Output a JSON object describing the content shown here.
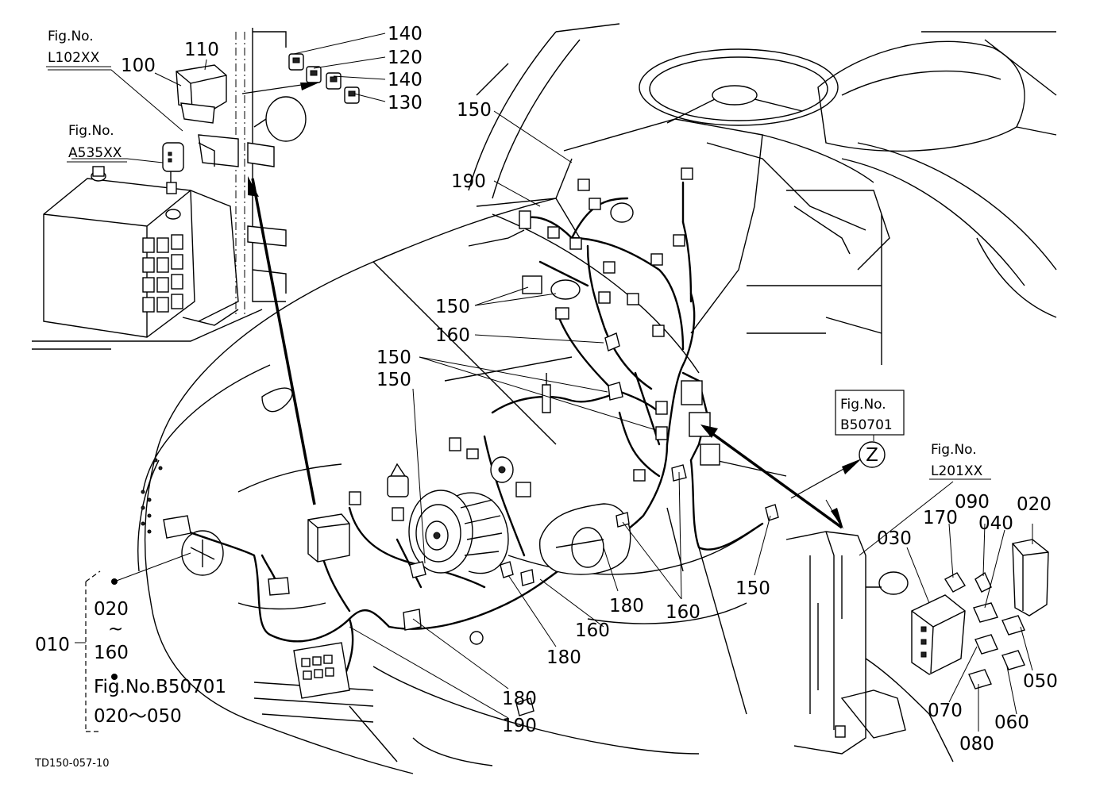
{
  "diagram_code": "TD150-057-10",
  "figure_refs": {
    "l102": {
      "line1": "Fig.No.",
      "line2": "L102XX"
    },
    "a535": {
      "line1": "Fig.No.",
      "line2": "A535XX"
    },
    "b50701_box": {
      "line1": "Fig.No.",
      "line2": "B50701"
    },
    "l201": {
      "line1": "Fig.No.",
      "line2": "L201XX"
    }
  },
  "zoom_marker": "Z",
  "callouts": {
    "c100": "100",
    "c110": "110",
    "c140a": "140",
    "c120": "120",
    "c140b": "140",
    "c130": "130",
    "c150a": "150",
    "c190a": "190",
    "c150b": "150",
    "c160a": "160",
    "c150c": "150",
    "c150d": "150",
    "c150e": "150",
    "c160b": "160",
    "c180a": "180",
    "c160c": "160",
    "c180b": "180",
    "c180c": "180",
    "c190b": "190",
    "c030": "030",
    "c170": "170",
    "c090": "090",
    "c040": "040",
    "c020b": "020",
    "c050": "050",
    "c060": "060",
    "c070": "070",
    "c080": "080"
  },
  "range_legend": {
    "main": "010",
    "from": "020",
    "tilde": "~",
    "to": "160",
    "ref_fig": "Fig.No.B50701",
    "ref_range": "020～050"
  }
}
